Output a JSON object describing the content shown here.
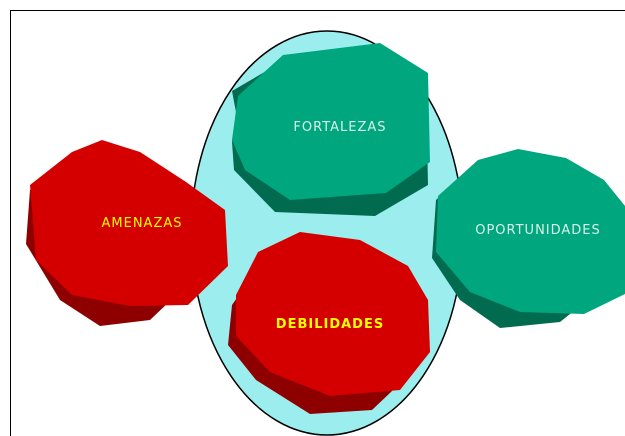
{
  "diagram": {
    "colors": {
      "ellipse_fill": "#9ceeee",
      "green_face": "#00a67e",
      "green_shadow": "#006b4f",
      "red_face": "#d40000",
      "red_shadow": "#8e0000",
      "frame": "#000000"
    },
    "nodes": {
      "fortalezas": {
        "label": "FORTALEZAS",
        "label_color": "#d8f2ea"
      },
      "oportunidades": {
        "label": "OPORTUNIDADES",
        "label_color": "#d8f2ea"
      },
      "amenazas": {
        "label": "AMENAZAS",
        "label_color": "#ffff00"
      },
      "debilidades": {
        "label": "DEBILIDADES",
        "label_color": "#ffff00"
      }
    }
  }
}
